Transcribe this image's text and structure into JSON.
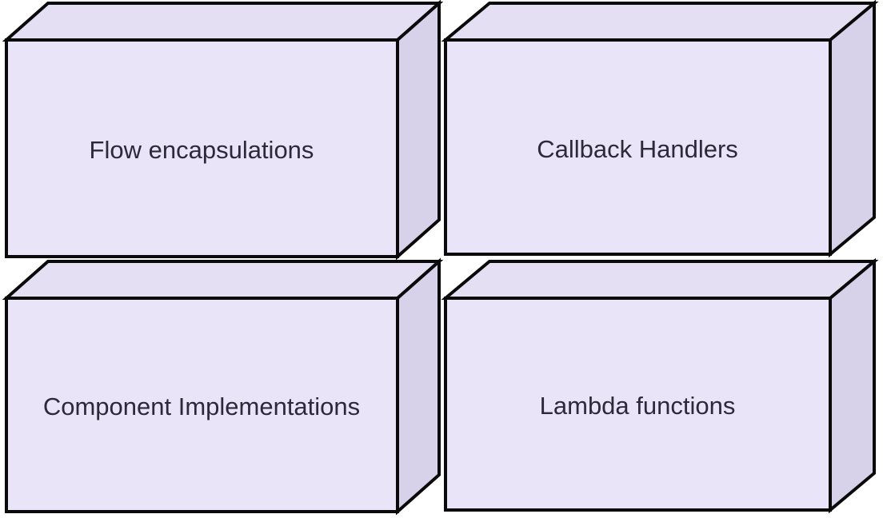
{
  "diagram": {
    "type": "3d-box-grid",
    "boxes": [
      {
        "label": "Flow encapsulations"
      },
      {
        "label": "Callback Handlers"
      },
      {
        "label": "Component Implementations"
      },
      {
        "label": "Lambda functions"
      }
    ]
  },
  "colors": {
    "background": "#ffffff",
    "box_front": "#e9e4f7",
    "box_top": "#e4dff3",
    "box_side": "#d7d2e9",
    "box_stroke": "#0a0a0a",
    "label_text": "#2c2a3a"
  }
}
